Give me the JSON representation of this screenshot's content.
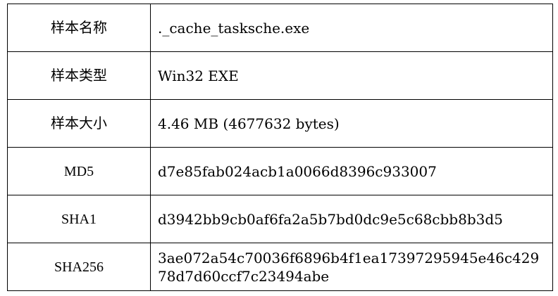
{
  "colors": {
    "border": "#000000",
    "text": "#000000",
    "background": "#ffffff"
  },
  "table": {
    "name": "sample-info-table",
    "rows": [
      {
        "label": "样本名称",
        "value": "._cache_tasksche.exe"
      },
      {
        "label": "样本类型",
        "value": "Win32 EXE"
      },
      {
        "label": "样本大小",
        "value": "4.46 MB (4677632 bytes)"
      },
      {
        "label": "MD5",
        "value": "d7e85fab024acb1a0066d8396c933007"
      },
      {
        "label": "SHA1",
        "value": "d3942bb9cb0af6fa2a5b7bd0dc9e5c68cbb8b3d5"
      },
      {
        "label": "SHA256",
        "value": "3ae072a54c70036f6896b4f1ea17397295945e46c42978d7d60ccf7c23494abe"
      }
    ]
  }
}
